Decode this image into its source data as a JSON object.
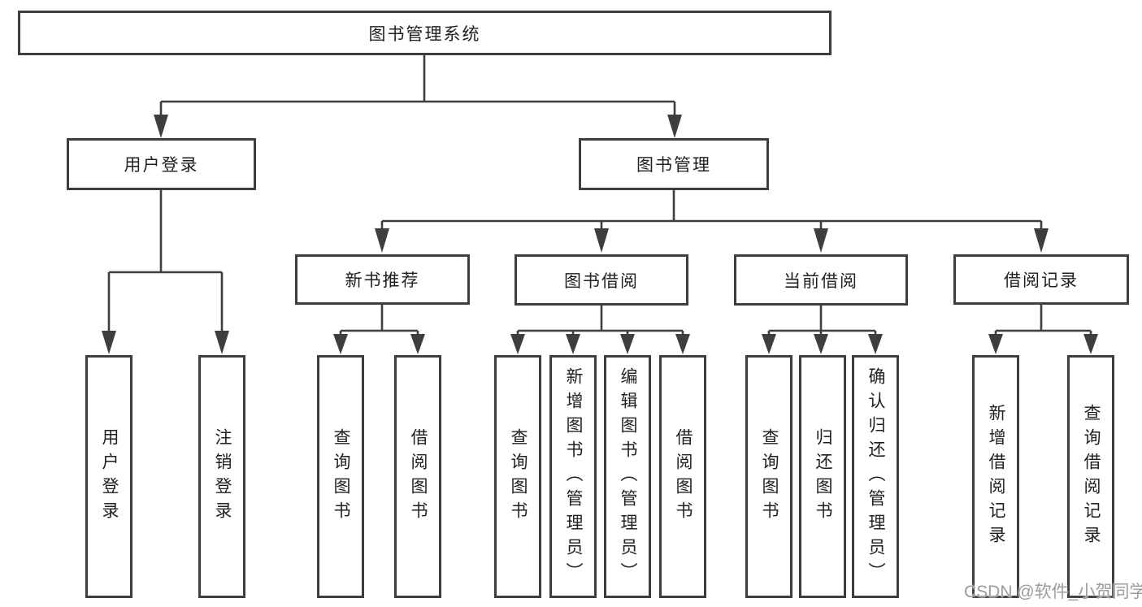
{
  "colors": {
    "line": "#3e3e3e",
    "text": "#1f1f1f",
    "watermark": "#9b9ba1",
    "background": "#ffffff"
  },
  "root": {
    "label": "图书管理系统"
  },
  "level2": {
    "user_login": {
      "label": "用户登录"
    },
    "book_mgmt": {
      "label": "图书管理"
    }
  },
  "level3": {
    "new_book_recommend": {
      "label": "新书推荐"
    },
    "book_borrow": {
      "label": "图书借阅"
    },
    "current_borrow": {
      "label": "当前借阅"
    },
    "borrow_records": {
      "label": "借阅记录"
    }
  },
  "leaves": {
    "user_login": {
      "label": "用户登录"
    },
    "logout": {
      "label": "注销登录"
    },
    "recommend_query_books": {
      "label": "查询图书"
    },
    "recommend_borrow_books": {
      "label": "借阅图书"
    },
    "borrow_query_books": {
      "label": "查询图书"
    },
    "borrow_add_books": {
      "label": "新增图书（管理员）"
    },
    "borrow_edit_books": {
      "label": "编辑图书（管理员）"
    },
    "borrow_borrow_books": {
      "label": "借阅图书"
    },
    "current_query_books": {
      "label": "查询图书"
    },
    "current_return_books": {
      "label": "归还图书"
    },
    "current_confirm_return": {
      "label": "确认归还（管理员）"
    },
    "records_add": {
      "label": "新增借阅记录"
    },
    "records_query": {
      "label": "查询借阅记录"
    }
  },
  "watermark": "CSDN @软件_小贺同学"
}
